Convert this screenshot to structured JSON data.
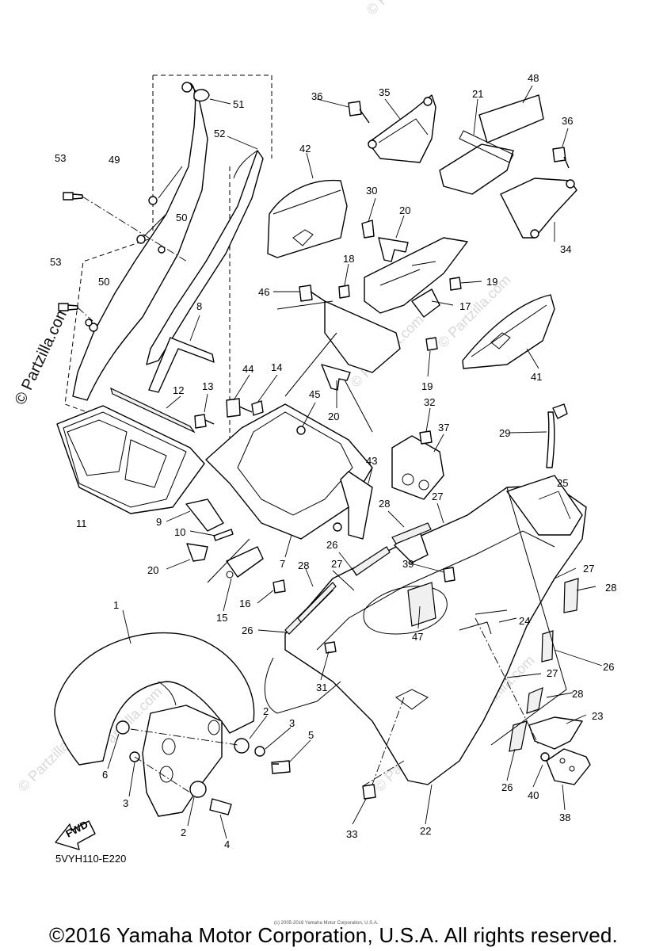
{
  "diagram": {
    "diagram_code": "5VYH110-E220",
    "fwd_label": "FWD",
    "small_note": "(c) 2005-2016 Yamaha Motor Corporation, U.S.A.",
    "copyright": "©2016 Yamaha Motor Corporation, U.S.A. All rights reserved.",
    "watermark": "© Partzilla.com",
    "callouts": [
      "1",
      "2",
      "2",
      "3",
      "3",
      "4",
      "5",
      "6",
      "7",
      "8",
      "9",
      "10",
      "11",
      "12",
      "13",
      "14",
      "15",
      "16",
      "17",
      "18",
      "19",
      "19",
      "20",
      "20",
      "20",
      "21",
      "22",
      "23",
      "24",
      "25",
      "26",
      "26",
      "26",
      "26",
      "27",
      "27",
      "27",
      "27",
      "28",
      "28",
      "28",
      "28",
      "29",
      "30",
      "31",
      "32",
      "33",
      "34",
      "35",
      "36",
      "36",
      "37",
      "38",
      "39",
      "40",
      "41",
      "42",
      "43",
      "44",
      "45",
      "46",
      "47",
      "48",
      "49",
      "50",
      "50",
      "51",
      "52",
      "53",
      "53"
    ]
  }
}
